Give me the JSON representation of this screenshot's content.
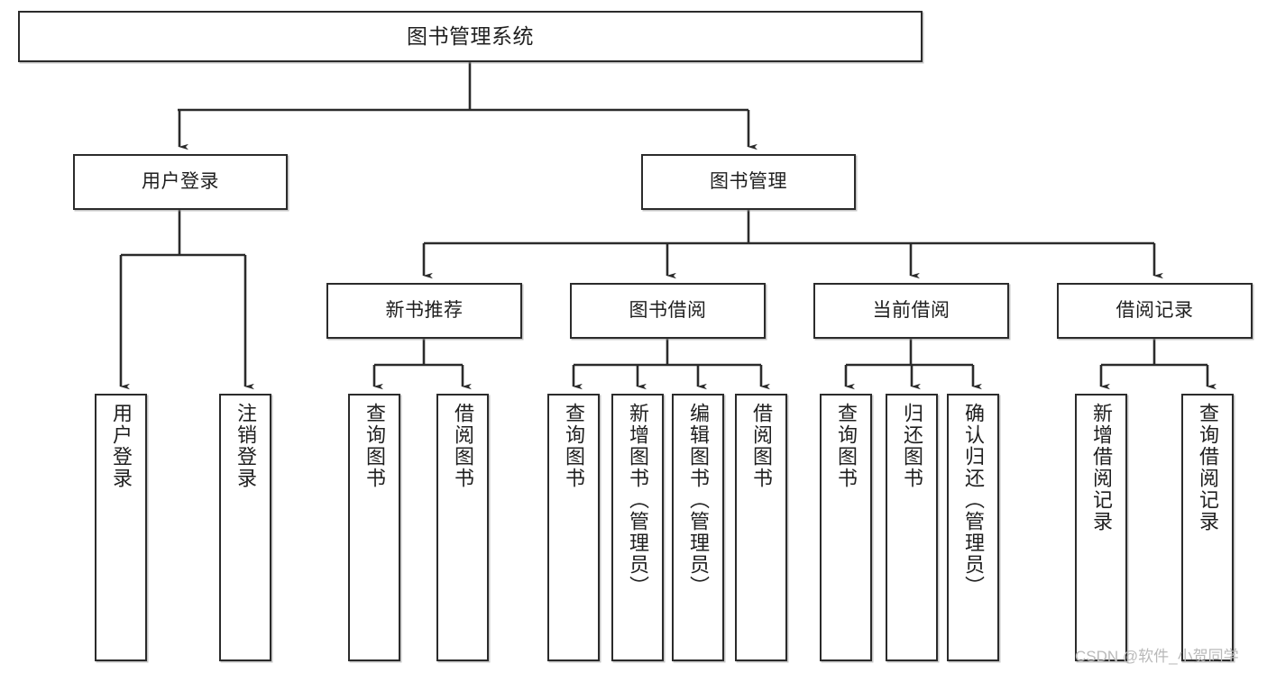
{
  "diagram": {
    "type": "tree",
    "title": "图书管理系统",
    "orientation": "top-down",
    "colors": {
      "stroke": "#2b2b2b",
      "fill": "#ffffff",
      "text": "#1f1f1f",
      "watermark": "#b9b9b9",
      "background": "#ffffff"
    },
    "root": {
      "label": "图书管理系统"
    },
    "level2": [
      {
        "id": "user-login",
        "label": "用户登录"
      },
      {
        "id": "book-manage",
        "label": "图书管理"
      }
    ],
    "level3": [
      {
        "id": "new-book-recommend",
        "label": "新书推荐",
        "parent": "book-manage"
      },
      {
        "id": "book-borrow",
        "label": "图书借阅",
        "parent": "book-manage"
      },
      {
        "id": "current-borrow",
        "label": "当前借阅",
        "parent": "book-manage"
      },
      {
        "id": "borrow-record",
        "label": "借阅记录",
        "parent": "book-manage"
      }
    ],
    "leaves": [
      {
        "id": "leaf-user-login",
        "label": "用户登录",
        "parent": "user-login"
      },
      {
        "id": "leaf-logout-login",
        "label": "注销登录",
        "parent": "user-login"
      },
      {
        "id": "leaf-query-book-1",
        "label": "查询图书",
        "parent": "new-book-recommend"
      },
      {
        "id": "leaf-borrow-book-1",
        "label": "借阅图书",
        "parent": "new-book-recommend"
      },
      {
        "id": "leaf-query-book-2",
        "label": "查询图书",
        "parent": "book-borrow"
      },
      {
        "id": "leaf-add-book-admin",
        "label": "新增图书（管理员）",
        "parent": "book-borrow"
      },
      {
        "id": "leaf-edit-book-admin",
        "label": "编辑图书（管理员）",
        "parent": "book-borrow"
      },
      {
        "id": "leaf-borrow-book-2",
        "label": "借阅图书",
        "parent": "book-borrow"
      },
      {
        "id": "leaf-query-book-3",
        "label": "查询图书",
        "parent": "current-borrow"
      },
      {
        "id": "leaf-return-book",
        "label": "归还图书",
        "parent": "current-borrow"
      },
      {
        "id": "leaf-confirm-return-admin",
        "label": "确认归还（管理员）",
        "parent": "current-borrow"
      },
      {
        "id": "leaf-add-borrow-record",
        "label": "新增借阅记录",
        "parent": "borrow-record"
      },
      {
        "id": "leaf-query-borrow-record",
        "label": "查询借阅记录",
        "parent": "borrow-record"
      }
    ]
  },
  "watermark": {
    "text": "CSDN @软件_小贺同学"
  }
}
